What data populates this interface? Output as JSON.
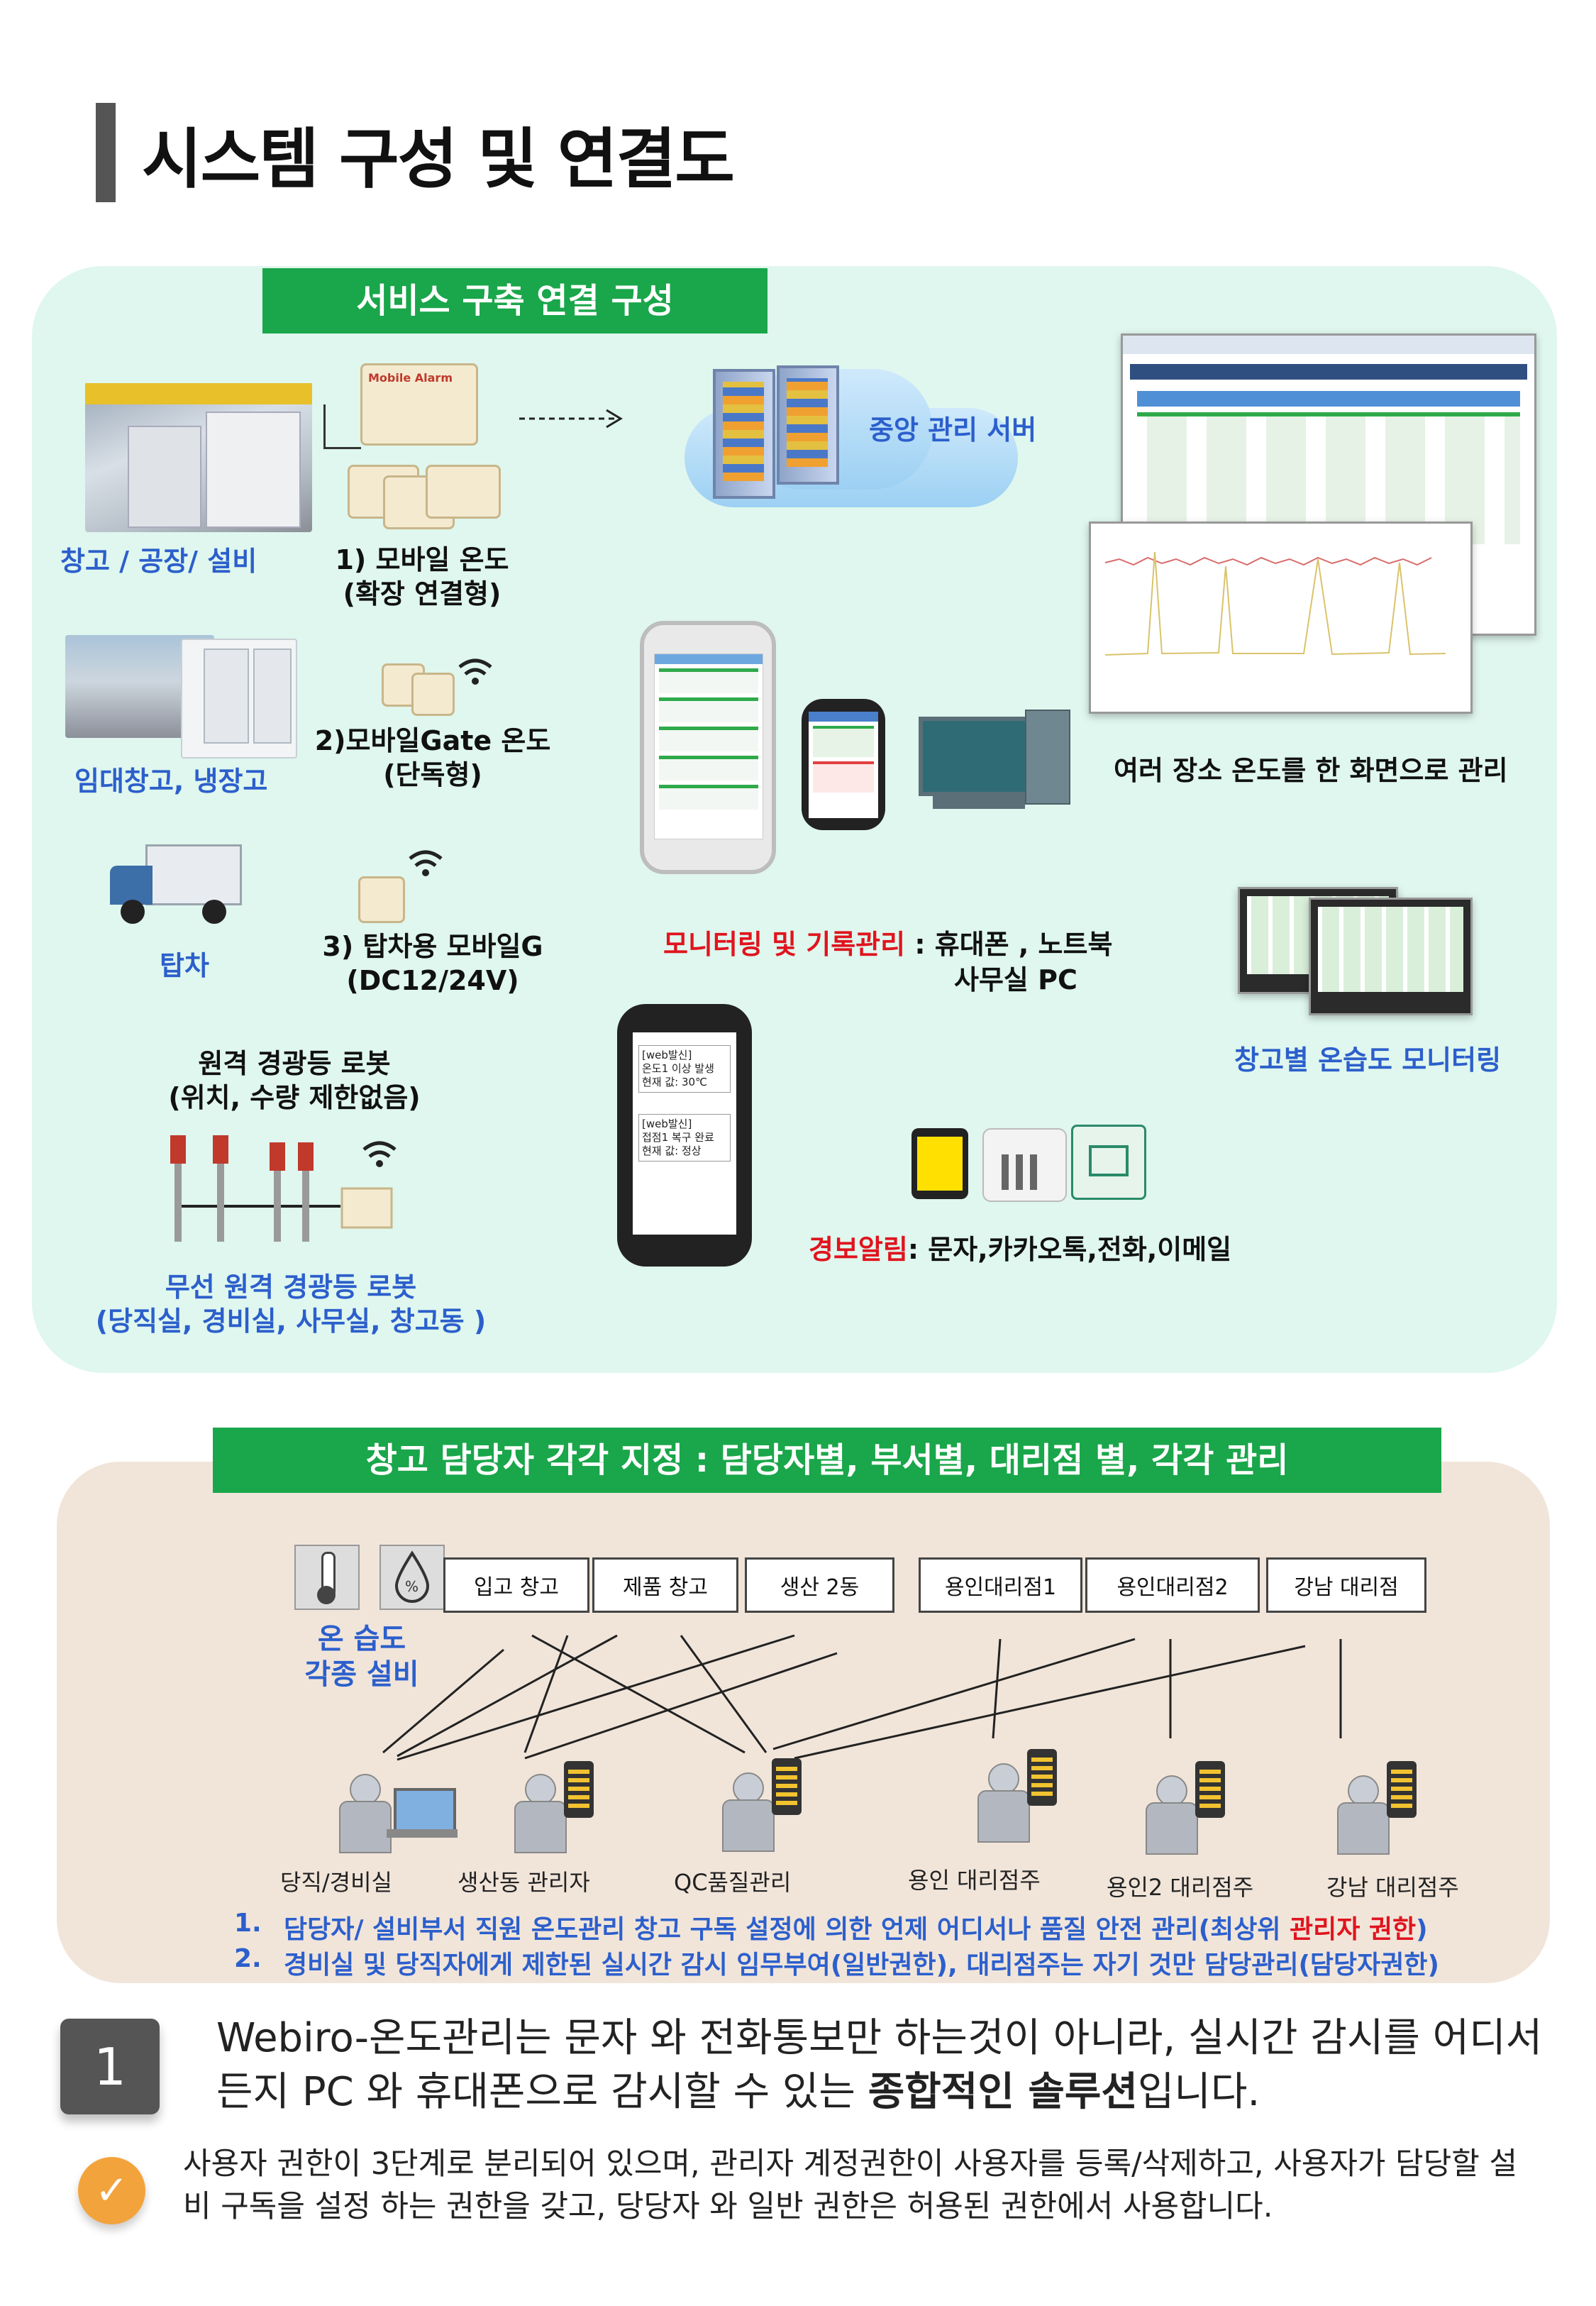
{
  "page": {
    "title": "시스템 구성 및 연결도"
  },
  "service": {
    "header": "서비스 구축 연결 구성",
    "site_warehouse": "창고 / 공장/ 설비",
    "item1_line1": "1)    모바일 온도",
    "item1_line2": "(확장 연결형)",
    "sensor_label": "Mobile Alarm",
    "server_label": "중앙 관리 서버",
    "site_rental": "임대창고, 냉장고",
    "item2_line1": "2)모바일Gate 온도",
    "item2_line2": "(단독형)",
    "site_truck": "탑차",
    "item3_line1": "3) 탑차용 모바일G",
    "item3_line2": "(DC12/24V)",
    "beacon_line1": "원격 경광등 로봇",
    "beacon_line2": "(위치, 수량 제한없음)",
    "wireless_line1": "무선 원격 경광등 로봇",
    "wireless_line2": "(당직실, 경비실, 사무실, 창고동 )",
    "multi_place": "여러 장소 온도를 한 화면으로 관리",
    "monitoring_red": "모니터링 및 기록관리",
    "monitoring_black": " : 휴대폰 , 노트북",
    "monitoring_line2": "사무실 PC",
    "warehouse_monitor": "창고별 온습도  모니터링",
    "sms_line1": "[web발신]",
    "sms_line2": "온도1 이상 발생",
    "sms_line3": "현재 값: 30℃",
    "sms_line4": "[web발신]",
    "sms_line5": "접점1 복구 완료",
    "sms_line6": "현재 값: 정상",
    "alarm_red": "경보알림",
    "alarm_black": ": 문자,카카오톡,전화,이메일"
  },
  "assign": {
    "header": "창고 담당자 각각 지정   :   담당자별, 부서별, 대리점 별, 각각 관리",
    "equipment_line1": "온 습도",
    "equipment_line2": "각종 설비",
    "locations": [
      "입고 창고",
      "제품 창고",
      "생산 2동",
      "용인대리점1",
      "용인대리점2",
      "강남 대리점"
    ],
    "persons": [
      "당직/경비실",
      "생산동 관리자",
      "QC품질관리",
      "용인 대리점주",
      "용인2 대리점주",
      "강남 대리점주"
    ],
    "note1_num": "1.",
    "note1_text": "담당자/ 설비부서 직원 온도관리 창고 구독 설정에 의한 언제 어디서나 품질 안전 관리(최상위 ",
    "note1_red": "관리자 권한",
    "note1_end": ")",
    "note2_num": "2.",
    "note2_text": "경비실 및 당직자에게 제한된 실시간 감시 임무부여(일반권한), 대리점주는 자기 것만 담당관리(담당자권한)"
  },
  "bottom": {
    "number": "1",
    "text_part1": "Webiro-온도관리는 문자 와 전화통보만 하는것이 아니라, 실시간 감시를 어디서든지 PC 와 휴대폰으로 감시할 수 있는 ",
    "text_bold": "종합적인 솔루션",
    "text_part2": "입니다.",
    "check": "✓",
    "note": "사용자 권한이 3단계로 분리되어 있으며, 관리자 계정권한이 사용자를 등록/삭제하고, 사용자가 담당할 설비 구독을 설정 하는 권한을 갖고, 당당자 와 일반 권한은 허용된 권한에서 사용합니다."
  },
  "colors": {
    "green": "#1aa64a",
    "blue": "#2c5fcc",
    "red": "#e0141e",
    "panel_mint": "#dff7ee",
    "panel_beige": "#f1e5da"
  }
}
